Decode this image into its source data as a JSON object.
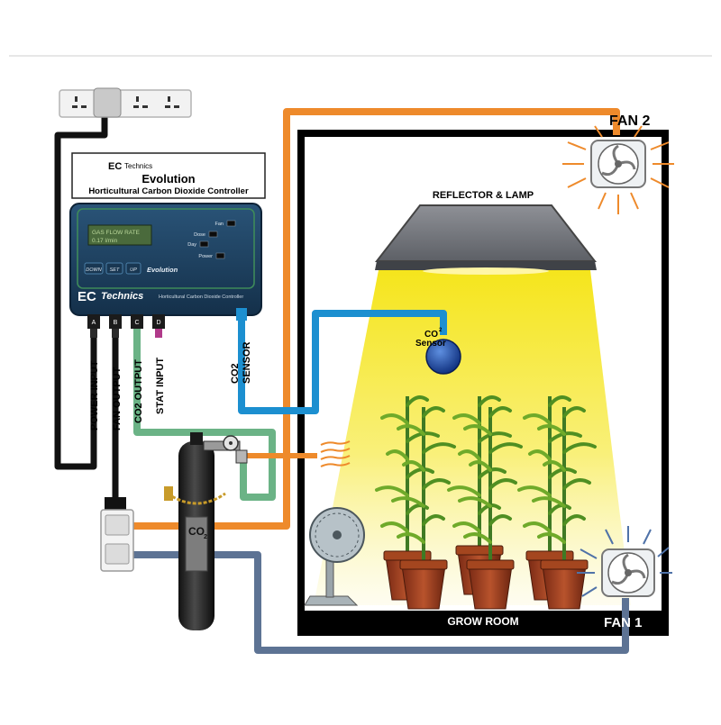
{
  "brand": {
    "symbol": "EC",
    "name": "Technics",
    "product": "Evolution",
    "subtitle": "Horticultural Carbon Dioxide Controller"
  },
  "controller": {
    "display_line1": "GAS FLOW RATE",
    "display_line2": "0.17 l/min",
    "indicators": [
      "Fan",
      "Dose",
      "Day",
      "Power"
    ],
    "buttons": [
      "DOWN",
      "SET",
      "UP"
    ],
    "product_label": "Evolution",
    "panel_subtitle": "Horticultural Carbon Dioxide Controller",
    "ports": [
      "A",
      "B",
      "C",
      "D"
    ]
  },
  "connections": {
    "power_input": "POWER INPUT",
    "fan_output": "FAN OUTPUT",
    "co2_output": "CO2 OUTPUT",
    "stat_input": "STAT INPUT",
    "co2_sensor_line1": "CO2",
    "co2_sensor_line2": "SENSOR"
  },
  "room": {
    "reflector_label": "REFLECTOR & LAMP",
    "sensor_label_1": "CO",
    "sensor_label_sup": "2",
    "sensor_label_2": "Sensor",
    "grow_room_label": "GROW ROOM",
    "fan1_label": "FAN 1",
    "fan2_label": "FAN 2"
  },
  "cylinder": {
    "label": "CO",
    "label_sub": "2"
  },
  "colors": {
    "orange_pipe": "#ee8a2b",
    "blue_pipe": "#1c8fd0",
    "green_pipe": "#6bb386",
    "slate_pipe": "#5d7394",
    "controller_body": "#1f3f5e",
    "lcd": "#4a6a3c",
    "lamp_light": "#f7ea28"
  }
}
